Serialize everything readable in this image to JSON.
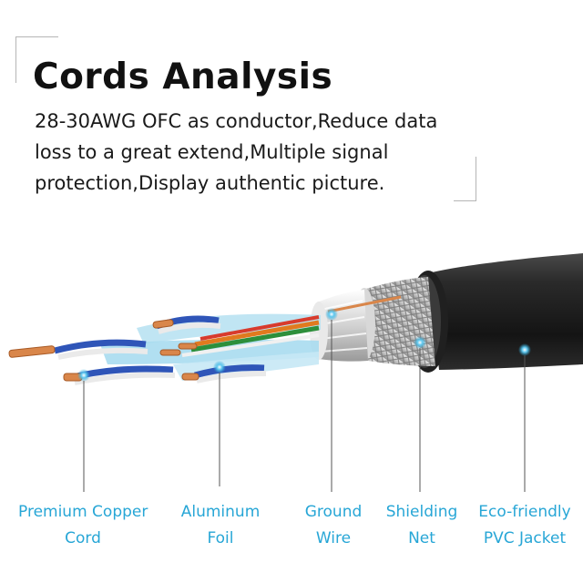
{
  "header": {
    "title": "Cords Analysis",
    "description_lines": [
      "28-30AWG OFC as conductor,Reduce data",
      "loss to a great extend,Multiple signal",
      "protection,Display authentic picture."
    ]
  },
  "callouts": [
    {
      "line1": "Premium Copper",
      "line2": "Cord"
    },
    {
      "line1": "Aluminum",
      "line2": "Foil"
    },
    {
      "line1": "Ground",
      "line2": "Wire"
    },
    {
      "line1": "Shielding",
      "line2": "Net"
    },
    {
      "line1": "Eco-friendly",
      "line2": "PVC Jacket"
    }
  ],
  "colors": {
    "accent": "#27a6d6",
    "jacket": "#1c1c1c",
    "braid": "#c9c9c9",
    "foil": "#a9dcef",
    "copper": "#d9864a"
  }
}
